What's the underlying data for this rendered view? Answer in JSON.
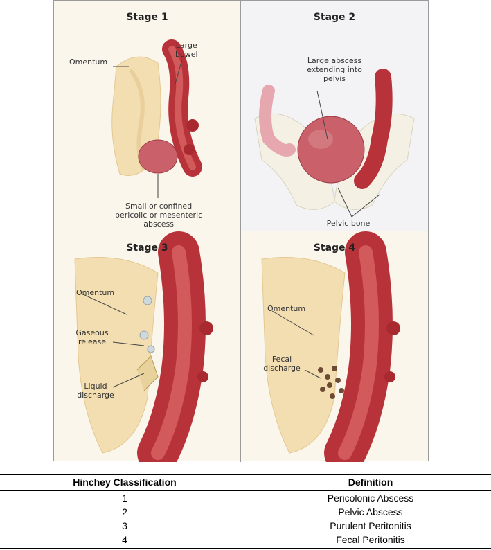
{
  "figure": {
    "panels": [
      {
        "title": "Stage 1",
        "labels": [
          "Omentum",
          "Large\nbowel",
          "Small or confined\npericolic or mesenteric\nabscess"
        ]
      },
      {
        "title": "Stage 2",
        "labels": [
          "Large abscess\nextending into\npelvis",
          "Pelvic bone"
        ]
      },
      {
        "title": "Stage 3",
        "labels": [
          "Omentum",
          "Gaseous\nrelease",
          "Liquid\ndischarge"
        ]
      },
      {
        "title": "Stage 4",
        "labels": [
          "Omentum",
          "Fecal\ndischarge"
        ]
      }
    ]
  },
  "table": {
    "headers": [
      "Hinchey Classification",
      "Definition"
    ],
    "rows": [
      [
        "1",
        "Pericolonic Abscess"
      ],
      [
        "2",
        "Pelvic Abscess"
      ],
      [
        "3",
        "Purulent Peritonitis"
      ],
      [
        "4",
        "Fecal Peritonitis"
      ]
    ]
  },
  "colors": {
    "bowel": "#b8323a",
    "bowel_light": "#d25a5a",
    "omentum": "#f3deb1",
    "bone": "#f4f1e4",
    "abscess": "#c9606a"
  }
}
